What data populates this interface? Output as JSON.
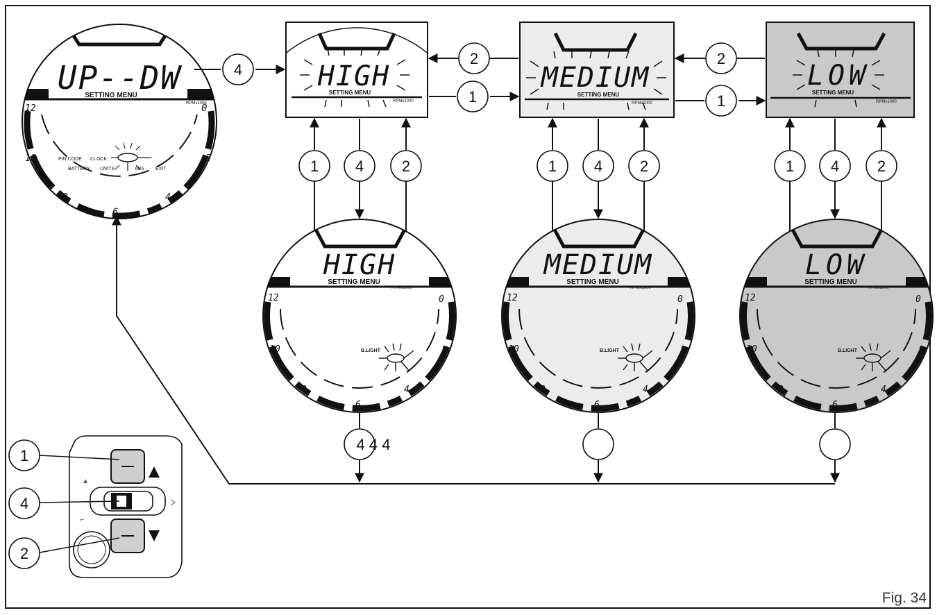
{
  "figure_label": "Fig. 34",
  "colors": {
    "high": "#ffffff",
    "medium": "#ececec",
    "low": "#c9c9c9",
    "line": "#111111"
  },
  "callouts": {
    "one": "1",
    "two": "2",
    "four": "4",
    "stray_label": "4 4 4"
  },
  "main_dial": {
    "title": "UP--DW",
    "setting_menu": "SETTING MENU",
    "rpm": "RPMx1000",
    "ticks": {
      "t12": "12",
      "t0": "0",
      "t10": "10",
      "t2": "2",
      "t8": "8",
      "t4": "4",
      "t6": "6"
    },
    "menu": {
      "pin_code": "PIN CODE",
      "battery": "BATTERY",
      "clock": "CLOCK",
      "units": "UNITS",
      "abs": "ABS",
      "exit": "EXIT"
    }
  },
  "levels": {
    "high": {
      "title": "HIGH",
      "setting_menu": "SETTING MENU",
      "rpm": "RPMx1000"
    },
    "medium": {
      "title": "MEDIUM",
      "setting_menu": "SETTING MENU",
      "rpm": "RPMx1000"
    },
    "low": {
      "title": "LOW",
      "setting_menu": "SETTING MENU",
      "rpm": "RPMx1000"
    }
  },
  "blight": "B.LIGHT"
}
